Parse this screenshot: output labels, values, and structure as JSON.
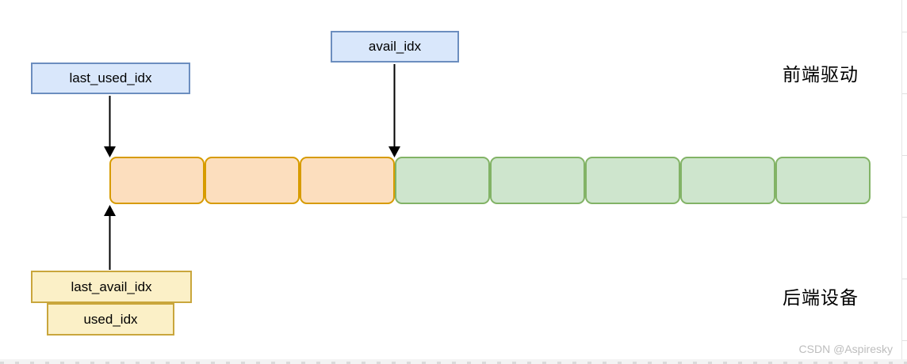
{
  "diagram": {
    "title_front": "前端驱动",
    "title_back": "后端设备",
    "labels": {
      "last_used_idx": "last_used_idx",
      "avail_idx": "avail_idx",
      "last_avail_idx": "last_avail_idx",
      "used_idx": "used_idx"
    },
    "ring_cells": [
      "used",
      "used",
      "used",
      "avail",
      "avail",
      "avail",
      "avail",
      "avail"
    ],
    "colors": {
      "used_fill": "#FCDEBE",
      "used_border": "#D79B00",
      "avail_fill": "#CEE5CD",
      "avail_border": "#82B366",
      "pointer_fill": "#D9E7FB",
      "pointer_border": "#6C8EBF",
      "device_fill": "#FBF0C7",
      "device_border": "#C9A63C",
      "arrow": "#000000"
    }
  },
  "watermark": "CSDN @Aspiresky"
}
